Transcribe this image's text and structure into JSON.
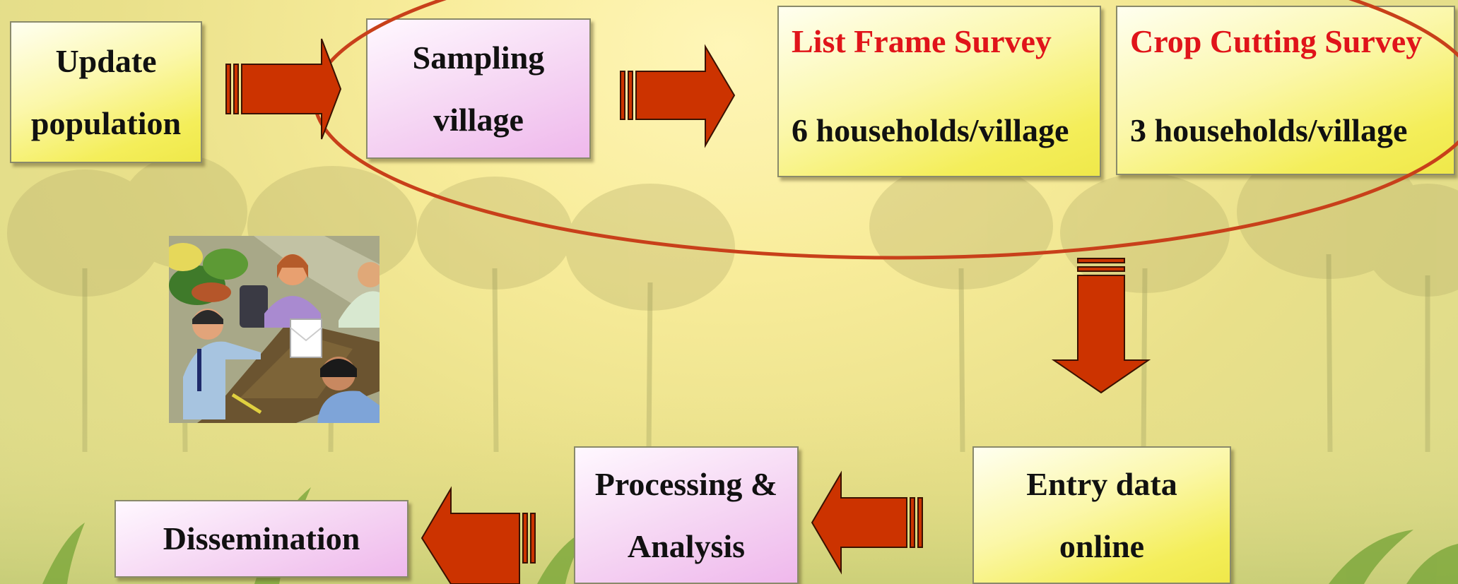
{
  "colors": {
    "arrow": "#cc3300",
    "ellipse": "#c8401a",
    "survey_title": "#e0141a",
    "yellow_box": "#f4ee5a",
    "pink_box": "#efb8ec"
  },
  "steps": {
    "update_population": {
      "line1": "Update",
      "line2": "population"
    },
    "sampling_village": {
      "line1": "Sampling",
      "line2": "village"
    },
    "list_frame_survey": {
      "title": "List Frame Survey",
      "detail": "6 households/village"
    },
    "crop_cutting_survey": {
      "title": "Crop Cutting Survey",
      "detail": "3 households/village"
    },
    "entry_data_online": {
      "line1": "Entry data",
      "line2": "online"
    },
    "processing_analysis": {
      "line1": "Processing &",
      "line2": "Analysis"
    },
    "dissemination": {
      "label": "Dissemination"
    }
  },
  "icons": {
    "clipart": "meeting-clipart-icon",
    "arrow": "striped-block-arrow-icon"
  }
}
